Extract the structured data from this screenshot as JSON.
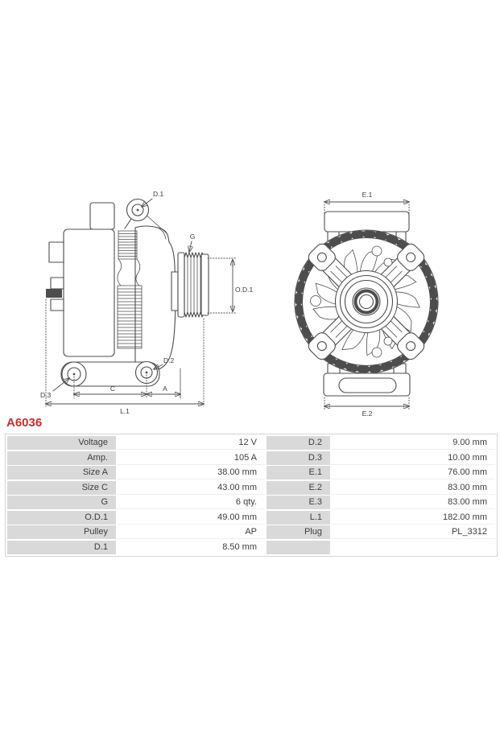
{
  "part": {
    "code": "A6036"
  },
  "colors": {
    "code_red": "#c0312d",
    "table_label_gray": "#d9d9d9",
    "table_border": "#d4d4d4",
    "line_gray": "#4d4d4d",
    "text_gray": "#3d3d3d"
  },
  "drawings": {
    "side": {
      "d1": "D.1",
      "g": "G",
      "od1": "O.D.1",
      "d2": "D.2",
      "d3": "D.3",
      "c": "C",
      "a": "A",
      "l1": "L.1"
    },
    "front": {
      "e1": "E.1",
      "e2": "E.2"
    }
  },
  "spec_table": {
    "rows": [
      {
        "l_label": "Voltage",
        "l_value": "12 V",
        "r_label": "D.2",
        "r_value": "9.00 mm"
      },
      {
        "l_label": "Amp.",
        "l_value": "105 A",
        "r_label": "D.3",
        "r_value": "10.00 mm"
      },
      {
        "l_label": "Size A",
        "l_value": "38.00 mm",
        "r_label": "E.1",
        "r_value": "76.00 mm"
      },
      {
        "l_label": "Size C",
        "l_value": "43.00 mm",
        "r_label": "E.2",
        "r_value": "83.00 mm"
      },
      {
        "l_label": "G",
        "l_value": "6 qty.",
        "r_label": "E.3",
        "r_value": "83.00 mm"
      },
      {
        "l_label": "O.D.1",
        "l_value": "49.00 mm",
        "r_label": "L.1",
        "r_value": "182.00 mm"
      },
      {
        "l_label": "Pulley",
        "l_value": "AP",
        "r_label": "Plug",
        "r_value": "PL_3312"
      },
      {
        "l_label": "D.1",
        "l_value": "8.50 mm",
        "r_label": "",
        "r_value": ""
      }
    ]
  }
}
